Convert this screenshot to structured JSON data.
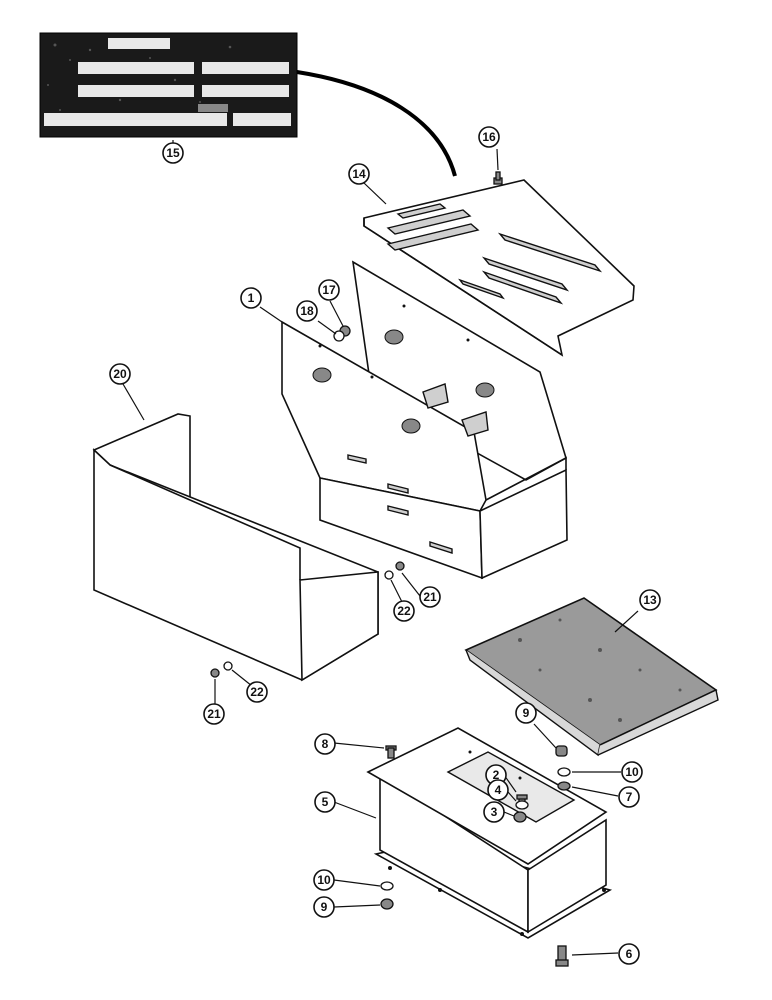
{
  "diagram": {
    "callouts": [
      "15",
      "16",
      "14",
      "1",
      "17",
      "18",
      "20",
      "21",
      "22",
      "21",
      "22",
      "13",
      "2",
      "9",
      "8",
      "10",
      "5",
      "4",
      "3",
      "7",
      "10",
      "9",
      "6"
    ]
  }
}
